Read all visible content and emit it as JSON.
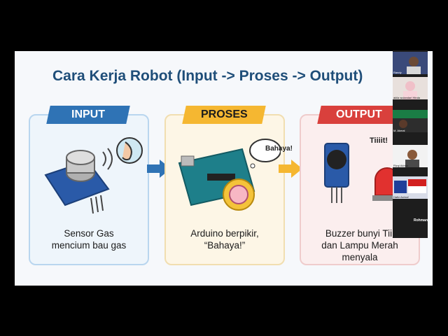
{
  "slide": {
    "title": "Cara Kerja Robot (Input -> Proses -> Output)",
    "cards": [
      {
        "label": "INPUT",
        "text_line1": "Sensor Gas",
        "text_line2": "mencium bau gas"
      },
      {
        "label": "PROSES",
        "text_line1": "Arduino berpikir,",
        "text_line2": "“Bahaya!”",
        "bubble": "Bahaya!"
      },
      {
        "label": "OUTPUT",
        "text_line1": "Buzzer bunyi Tiii",
        "text_line2": "dan Lampu Merah",
        "text_line3": "menyala",
        "sound": "Tiiiit!"
      }
    ]
  },
  "participants": [
    {
      "name": "Randy"
    },
    {
      "name": "akila wulandari Hinda"
    },
    {
      "name": "M. Akmal"
    },
    {
      "name": "Rizqi Akhtar"
    },
    {
      "name": "Hafiz Ashraf"
    },
    {
      "name": "Rohman"
    }
  ],
  "colors": {
    "title": "#1f4e79",
    "input_accent": "#2f73b5",
    "proses_accent": "#f5b731",
    "output_accent": "#d9403c"
  }
}
